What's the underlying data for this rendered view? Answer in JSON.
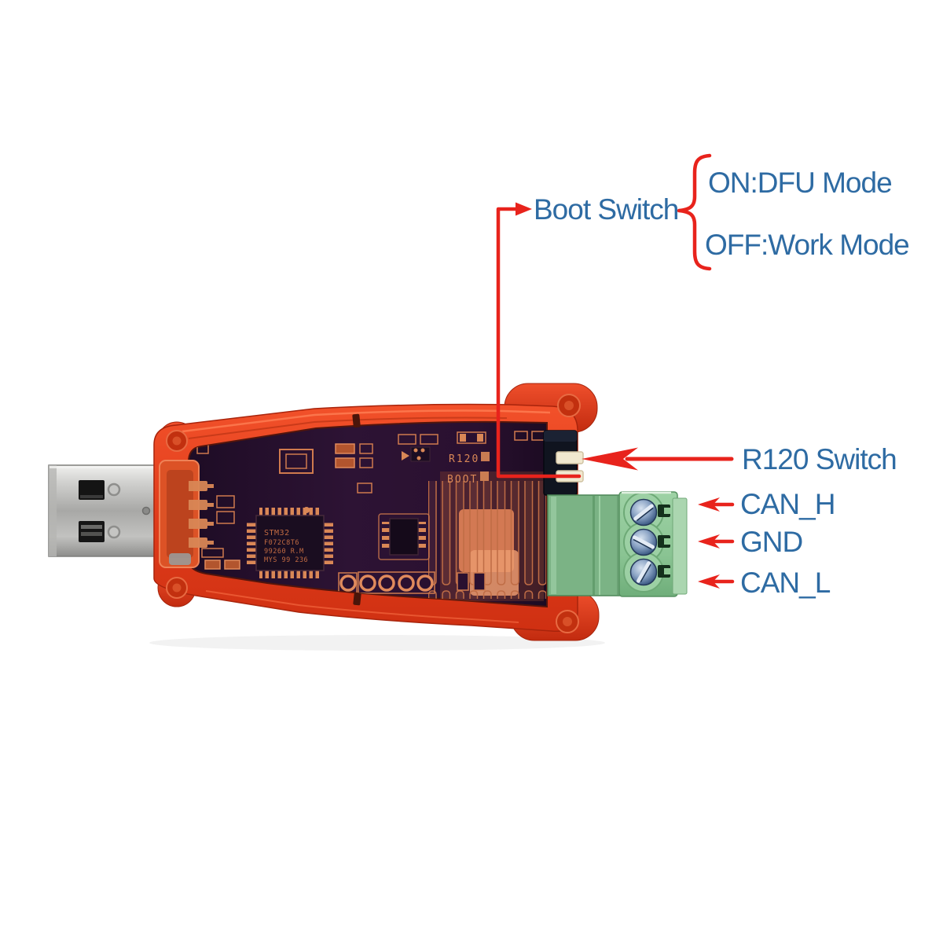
{
  "figure": {
    "description": "USB to CAN bus adapter with translucent red case, annotated",
    "background": "#ffffff"
  },
  "annotations": {
    "boot_switch": {
      "label": "Boot Switch",
      "modes": [
        {
          "label": "ON:DFU Mode"
        },
        {
          "label": "OFF:Work Mode"
        }
      ]
    },
    "r120_switch": {
      "label": "R120 Switch"
    },
    "terminal_pins": [
      {
        "label": "CAN_H"
      },
      {
        "label": "GND"
      },
      {
        "label": "CAN_L"
      }
    ]
  },
  "device": {
    "silkscreen": {
      "r120": "R120",
      "boot": "BOOT"
    },
    "mcu_marking": {
      "line1": "STM32",
      "line2": "F072C8T6",
      "line3": "99260 R.M",
      "line4": "MYS 99 236"
    }
  },
  "colors": {
    "annotation-blue": "#2e6ba3",
    "arrow-red": "#e8231c",
    "case-red": "#e03c1b",
    "pcb-purple": "#2a1130",
    "copper": "#d98756",
    "terminal-green": "#8fc795",
    "usb-metal": "#b9b9b7",
    "lever-cream": "#f1e8cf"
  }
}
